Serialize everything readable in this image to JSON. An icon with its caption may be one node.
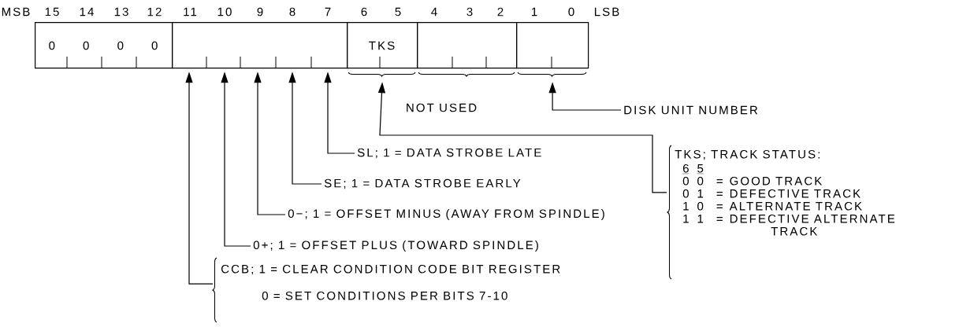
{
  "diagram": {
    "nodes": [
      {
        "text": [
          "0",
          "0",
          "0",
          "0"
        ]
      },
      {
        "text": [],
        "shape": "box"
      },
      {
        "text": [
          "TKS"
        ]
      },
      {
        "text": [],
        "shape": "box"
      },
      {
        "text": [],
        "shape": "box"
      },
      {
        "text": [
          "DISK UNIT NUMBER"
        ]
      },
      {
        "text": [
          "SL; 1 = DATA STROBE LATE"
        ]
      },
      {
        "text": [
          "SE; 1 = DATA STROBE EARLY"
        ]
      },
      {
        "text": [
          "0−; 1 = OFFSET MINUS (AWAY FROM SPINDLE)"
        ]
      },
      {
        "text": [
          "0+; 1 = OFFSET PLUS (TOWARD SPINDLE)"
        ]
      },
      {
        "text": [
          "CCB; 1 = CLEAR CONDITION CODE BIT REGISTER",
          "0 = SET CONDITIONS PER BITS 7-10"
        ]
      },
      {
        "text": [
          "TKS; TRACK STATUS:",
          "6",
          "5",
          "0",
          "0",
          "=",
          "GOOD TRACK",
          "0",
          "1",
          "=",
          "DEFECTIVE TRACK",
          "1",
          "0",
          "=",
          "ALTERNATE TRACK",
          "1",
          "1",
          "=",
          "DEFECTIVE ALTERNATE TRACK"
        ]
      }
    ],
    "edges": [
      {
        "from": 5,
        "to": 4,
        "arrow": "to"
      },
      {
        "from": 6,
        "to": 1,
        "arrow": "to"
      },
      {
        "from": 7,
        "to": 1,
        "arrow": "to"
      },
      {
        "from": 8,
        "to": 1,
        "arrow": "to"
      },
      {
        "from": 9,
        "to": 1,
        "arrow": "to"
      },
      {
        "from": 10,
        "to": 1,
        "arrow": "to"
      },
      {
        "from": 11,
        "to": 2,
        "arrow": "to"
      }
    ],
    "labels": [
      "MSB",
      "15",
      "14",
      "13",
      "12",
      "11",
      "10",
      "9",
      "8",
      "7",
      "6",
      "5",
      "4",
      "3",
      "2",
      "1",
      "0",
      "LSB",
      "NOT USED"
    ]
  }
}
